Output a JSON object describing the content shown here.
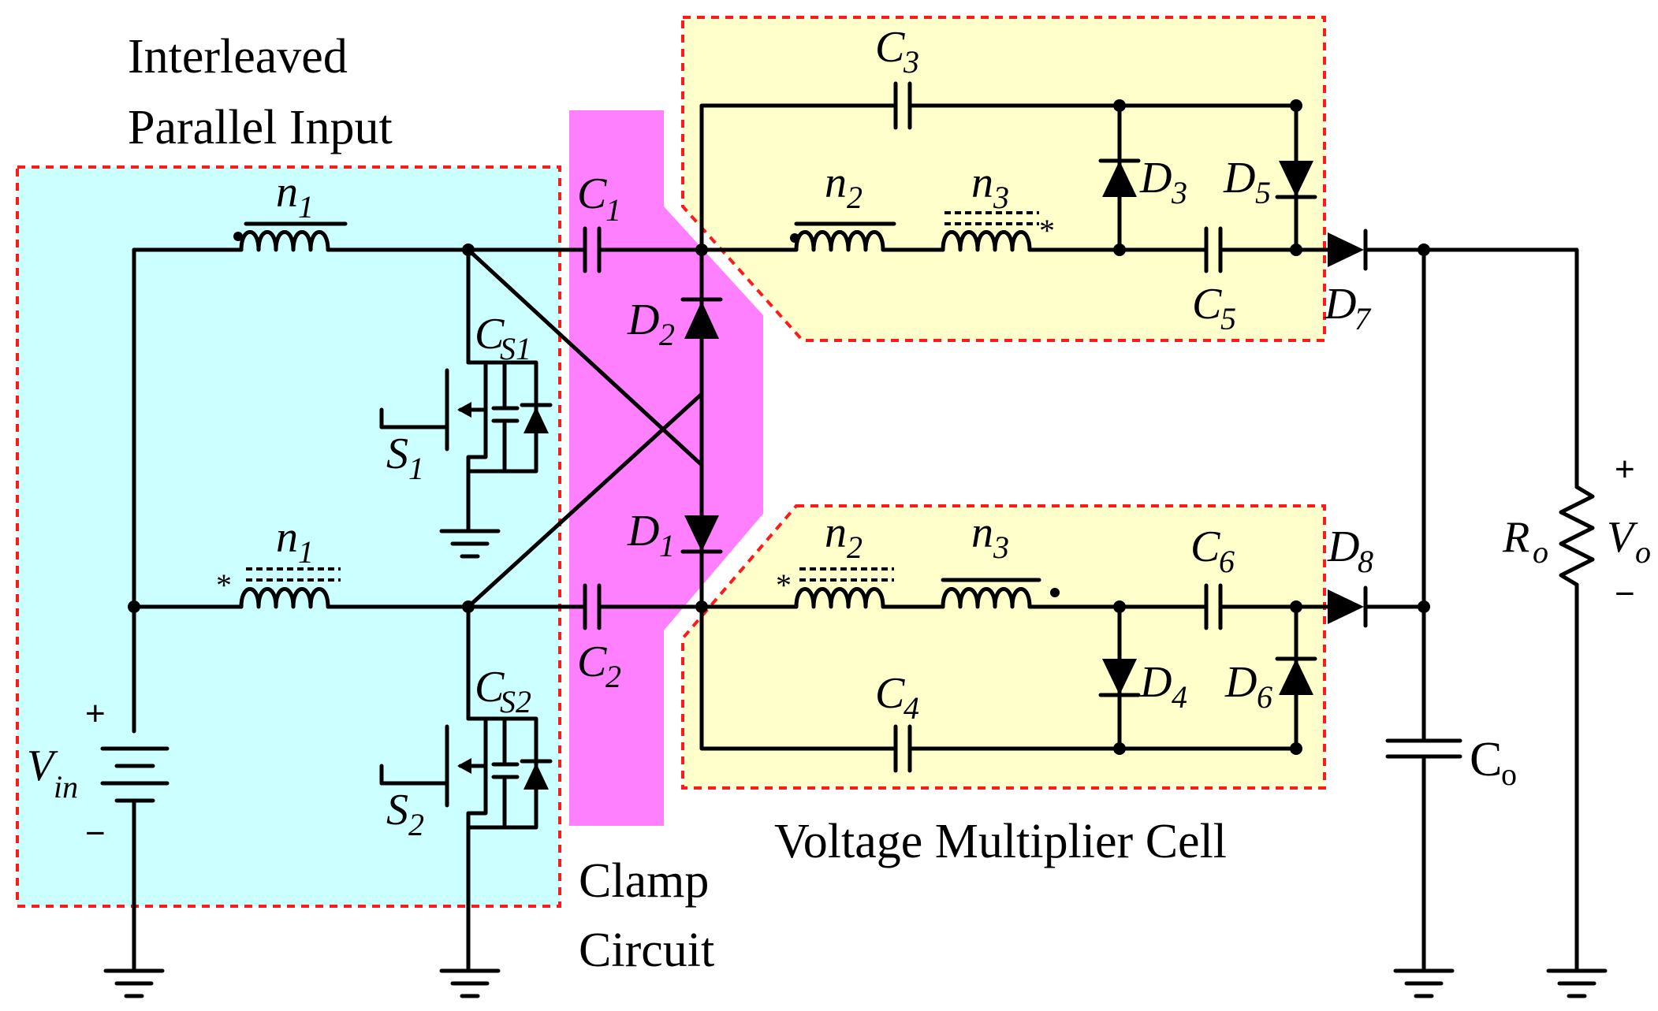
{
  "regions": {
    "input": {
      "title_line1": "Interleaved",
      "title_line2": "Parallel Input",
      "fill": "#ccffff"
    },
    "clamp": {
      "title_line1": "Clamp",
      "title_line2": "Circuit",
      "fill": "#ff80ff"
    },
    "vmc": {
      "title": "Voltage Multiplier Cell",
      "fill": "#ffffcc"
    },
    "border_color": "#ff1a1a"
  },
  "labels": {
    "n1": "n",
    "n1_sub": "1",
    "n2": "n",
    "n2_sub": "2",
    "n3": "n",
    "n3_sub": "3",
    "C1": "C",
    "C1_sub": "1",
    "C2": "C",
    "C2_sub": "2",
    "C3": "C",
    "C3_sub": "3",
    "C4": "C",
    "C4_sub": "4",
    "C5": "C",
    "C5_sub": "5",
    "C6": "C",
    "C6_sub": "6",
    "CS1": "C",
    "CS1_sub": "S1",
    "CS2": "C",
    "CS2_sub": "S2",
    "S1": "S",
    "S1_sub": "1",
    "S2": "S",
    "S2_sub": "2",
    "D1": "D",
    "D1_sub": "1",
    "D2": "D",
    "D2_sub": "2",
    "D3": "D",
    "D3_sub": "3",
    "D4": "D",
    "D4_sub": "4",
    "D5": "D",
    "D5_sub": "5",
    "D6": "D",
    "D6_sub": "6",
    "D7": "D",
    "D7_sub": "7",
    "D8": "D",
    "D8_sub": "8",
    "Vin": "V",
    "Vin_sub": "in",
    "Ro": "R",
    "Ro_sub": "o",
    "Vo": "V",
    "Vo_sub": "o",
    "Co": "C",
    "Co_sub": "o",
    "plus": "+",
    "minus": "−",
    "dot_mark": "•",
    "star_mark": "*"
  }
}
